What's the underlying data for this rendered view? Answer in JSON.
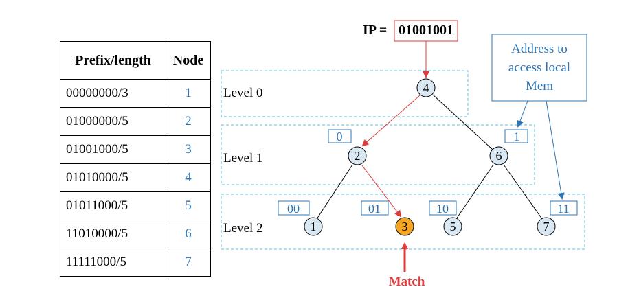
{
  "colors": {
    "level_border": "#5bc0de",
    "node_fill": "#d9e8f2",
    "match_fill": "#f5a623",
    "highlight": "#e03a3a",
    "blue": "#2e74b5"
  },
  "table": {
    "headers": [
      "Prefix/length",
      "Node"
    ],
    "rows": [
      {
        "prefix": "00000000/3",
        "node": "1"
      },
      {
        "prefix": "01000000/5",
        "node": "2"
      },
      {
        "prefix": "01001000/5",
        "node": "3"
      },
      {
        "prefix": "01010000/5",
        "node": "4"
      },
      {
        "prefix": "01011000/5",
        "node": "5"
      },
      {
        "prefix": "11010000/5",
        "node": "6"
      },
      {
        "prefix": "11111000/5",
        "node": "7"
      }
    ]
  },
  "ip": {
    "label": "IP = ",
    "value": "01001001"
  },
  "levels": [
    "Level 0",
    "Level 1",
    "Level 2"
  ],
  "nodes": {
    "n4": "4",
    "n2": "2",
    "n6": "6",
    "n1": "1",
    "n3": "3",
    "n5": "5",
    "n7": "7"
  },
  "addresses": {
    "a0": "0",
    "a1": "1",
    "a00": "00",
    "a01": "01",
    "a10": "10",
    "a11": "11"
  },
  "callout": {
    "line1": "Address to",
    "line2": "access local",
    "line3": "Mem"
  },
  "match_label": "Match"
}
